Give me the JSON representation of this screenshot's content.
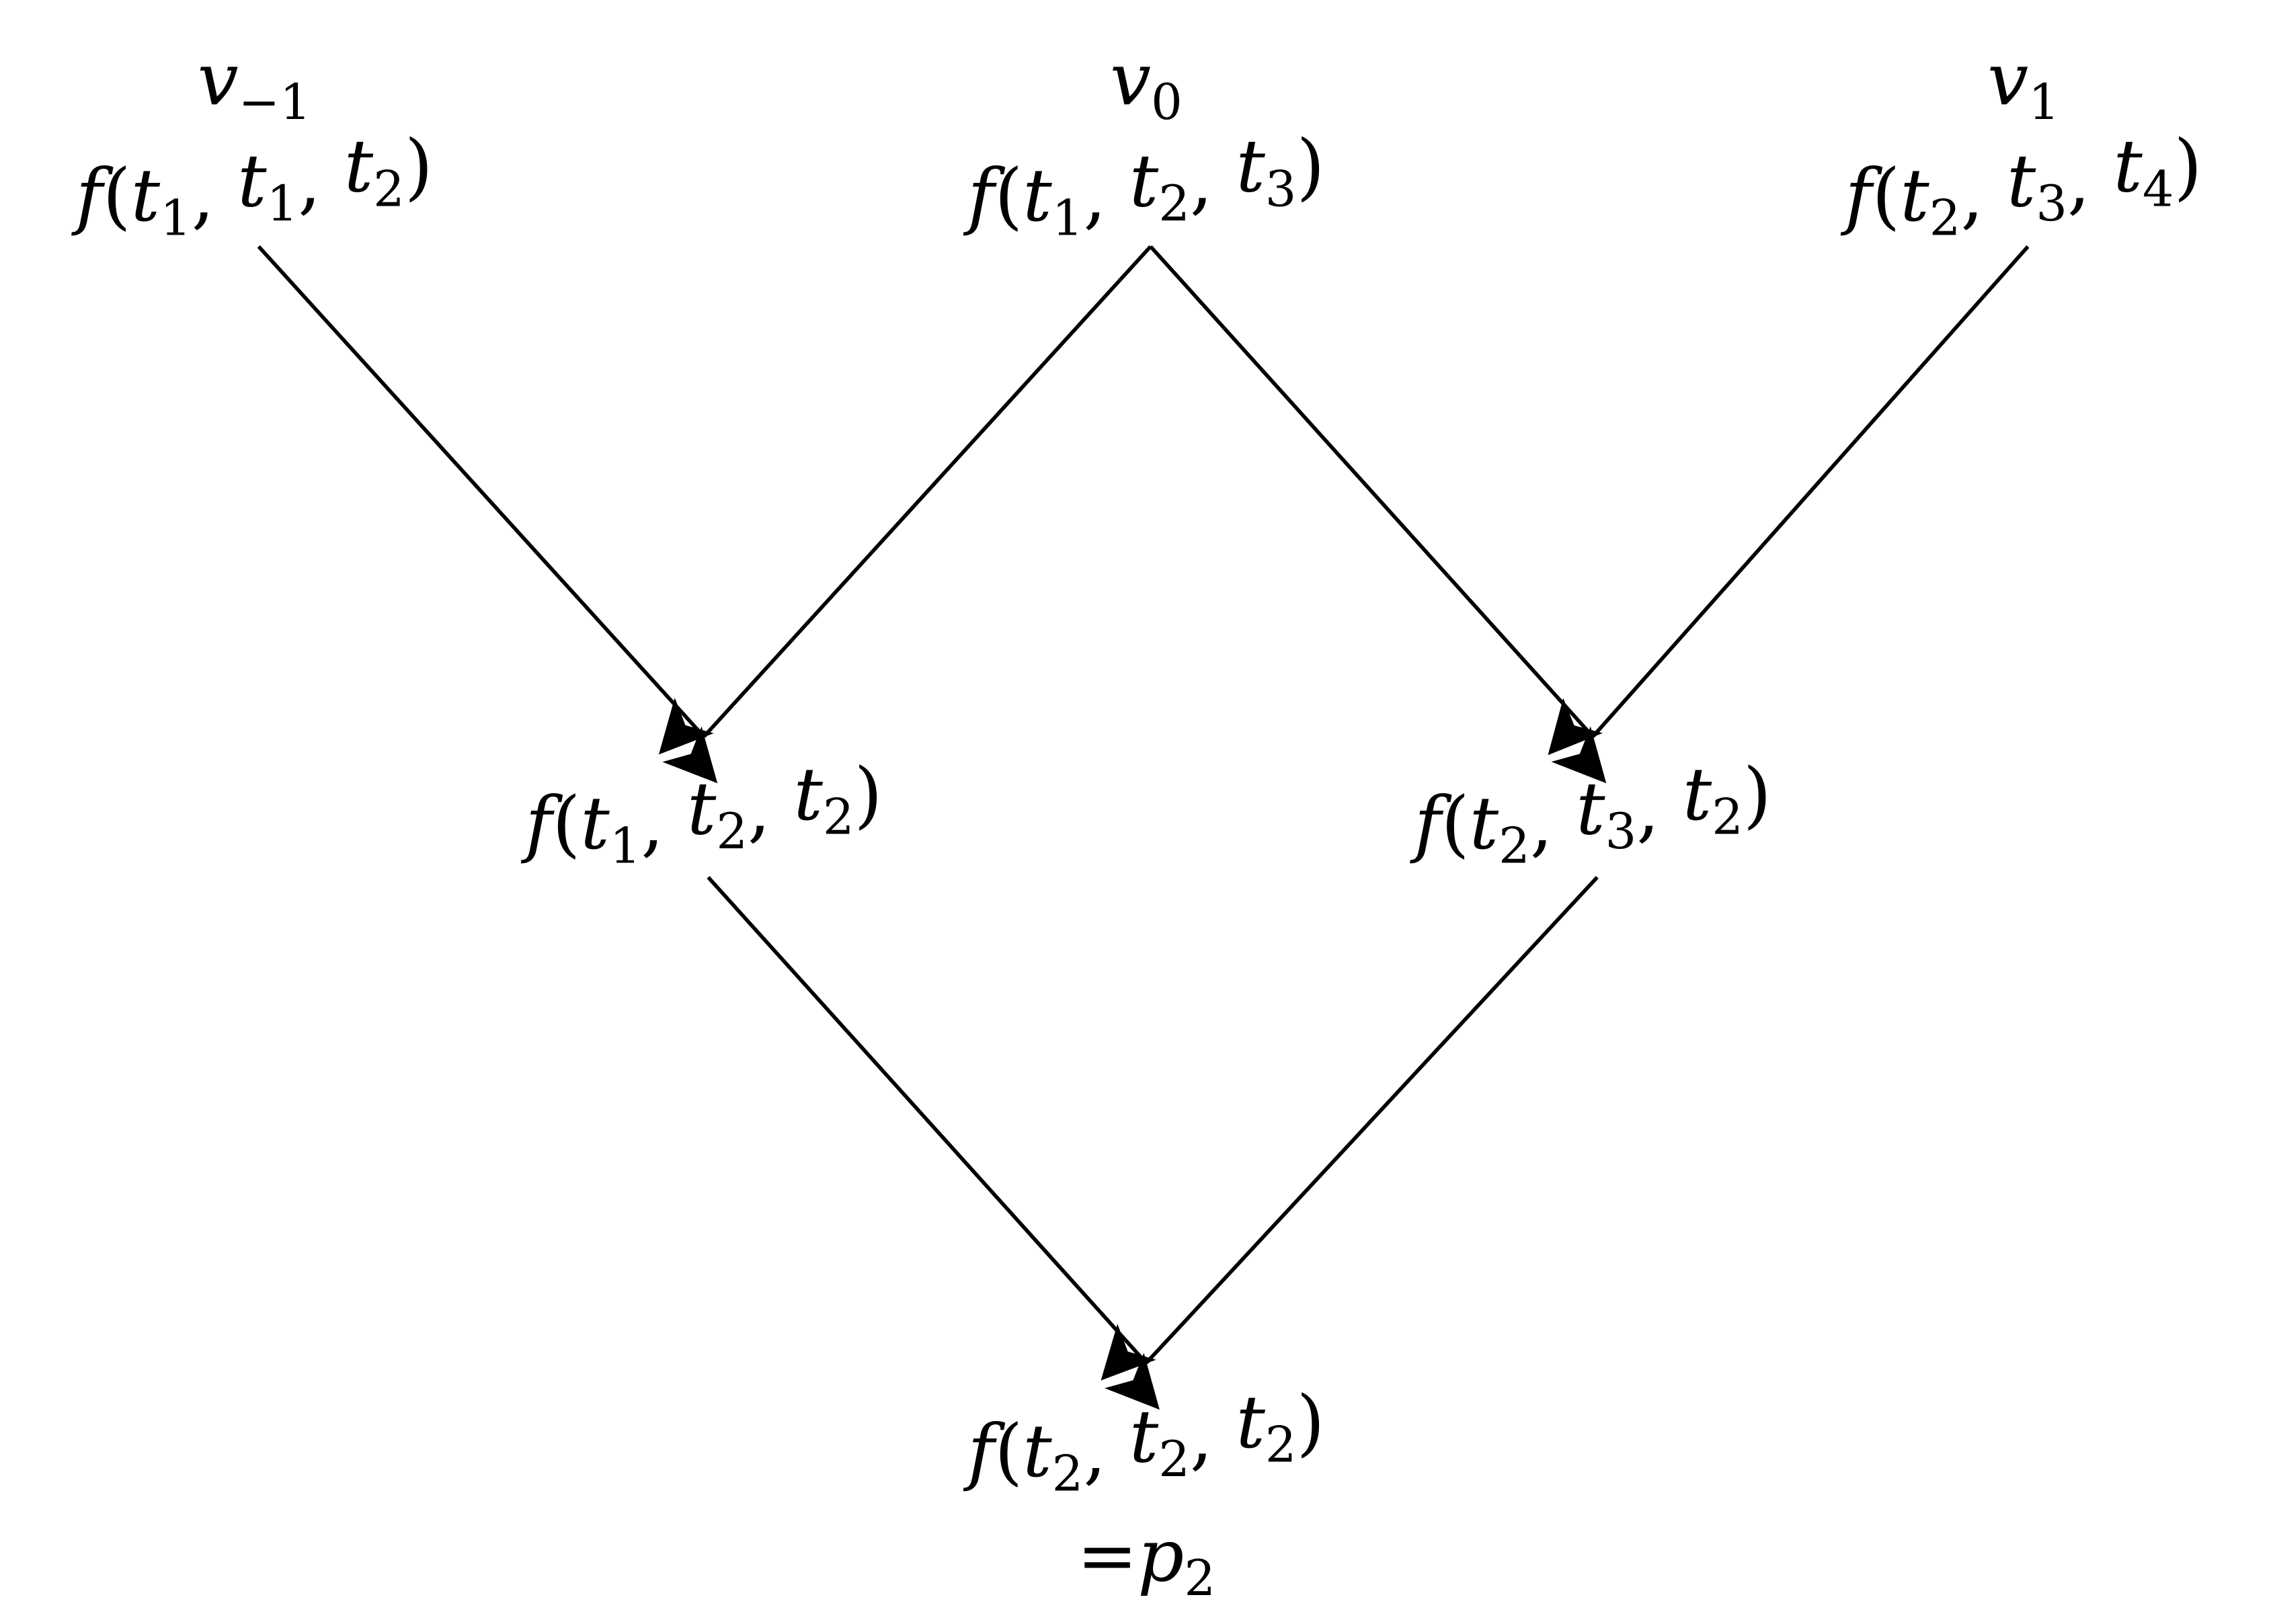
{
  "nodes": [
    {
      "id": "v-1",
      "var": "v",
      "var_sub": "−1",
      "func": "f",
      "args": [
        {
          "v": "t",
          "sub": "1"
        },
        {
          "v": "t",
          "sub": "1"
        },
        {
          "v": "t",
          "sub": "2"
        }
      ]
    },
    {
      "id": "v0",
      "var": "v",
      "var_sub": "0",
      "func": "f",
      "args": [
        {
          "v": "t",
          "sub": "1"
        },
        {
          "v": "t",
          "sub": "2"
        },
        {
          "v": "t",
          "sub": "3"
        }
      ]
    },
    {
      "id": "v1",
      "var": "v",
      "var_sub": "1",
      "func": "f",
      "args": [
        {
          "v": "t",
          "sub": "2"
        },
        {
          "v": "t",
          "sub": "3"
        },
        {
          "v": "t",
          "sub": "4"
        }
      ]
    },
    {
      "id": "mid-left",
      "func": "f",
      "args": [
        {
          "v": "t",
          "sub": "1"
        },
        {
          "v": "t",
          "sub": "2"
        },
        {
          "v": "t",
          "sub": "2"
        }
      ]
    },
    {
      "id": "mid-right",
      "func": "f",
      "args": [
        {
          "v": "t",
          "sub": "2"
        },
        {
          "v": "t",
          "sub": "3"
        },
        {
          "v": "t",
          "sub": "2"
        }
      ]
    },
    {
      "id": "bottom",
      "func": "f",
      "args": [
        {
          "v": "t",
          "sub": "2"
        },
        {
          "v": "t",
          "sub": "2"
        },
        {
          "v": "t",
          "sub": "2"
        }
      ],
      "result_prefix": "=",
      "result": "p",
      "result_sub": "2"
    }
  ],
  "edges": [
    {
      "from": "v-1",
      "to": "mid-left"
    },
    {
      "from": "v0",
      "to": "mid-left"
    },
    {
      "from": "v0",
      "to": "mid-right"
    },
    {
      "from": "v1",
      "to": "mid-right"
    },
    {
      "from": "mid-left",
      "to": "bottom"
    },
    {
      "from": "mid-right",
      "to": "bottom"
    }
  ]
}
